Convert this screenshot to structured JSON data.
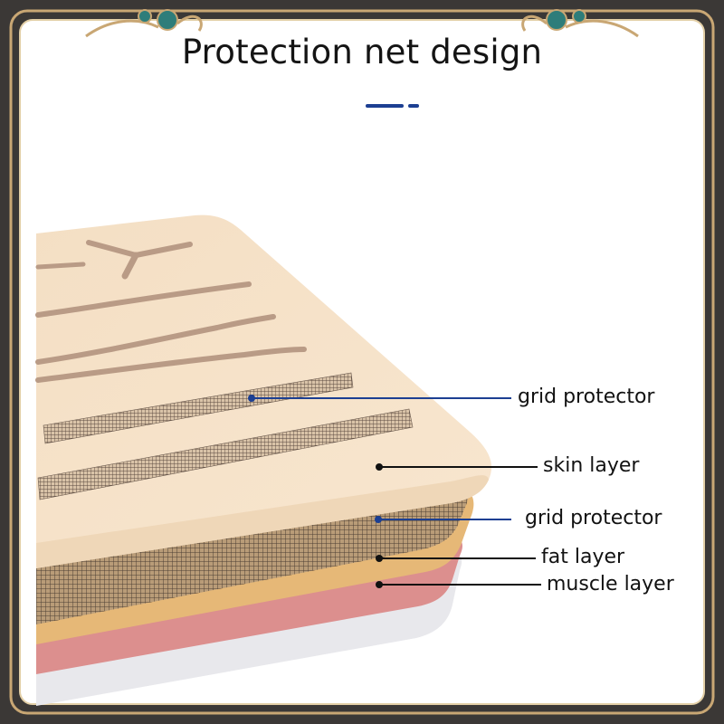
{
  "title": "Protection net design",
  "callouts": [
    {
      "label": "grid protector"
    },
    {
      "label": "skin layer"
    },
    {
      "label": "grid protector"
    },
    {
      "label": "fat layer"
    },
    {
      "label": "muscle layer"
    }
  ],
  "colors": {
    "frame_dark": "#3b3836",
    "frame_gold": "#c9a774",
    "panel": "#ffffff",
    "skin": "#f5e1c6",
    "skin_edge": "#efd7b8",
    "incision": "#b99b86",
    "fat": "#e6b877",
    "muscle": "#dc8f8e",
    "base": "#e8e8ec",
    "accent_blue": "#1c3f92",
    "line_black": "#111111"
  }
}
